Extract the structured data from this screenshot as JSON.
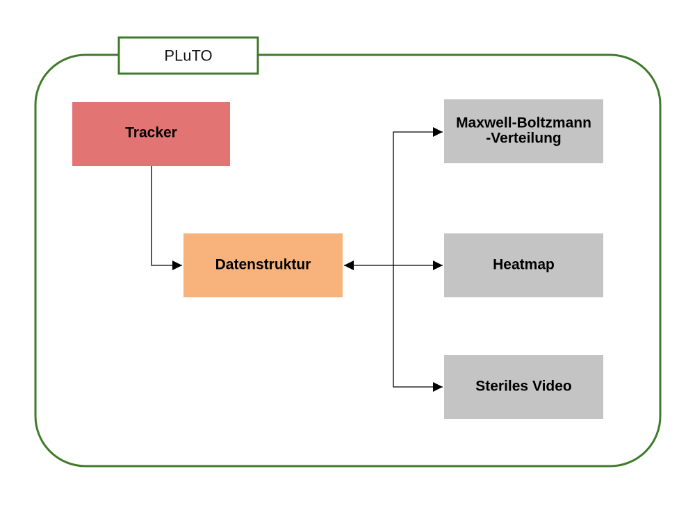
{
  "colors": {
    "frame": "#3f7a2a",
    "tracker": "#e37474",
    "datenstruktur": "#f8b27c",
    "output": "#c4c4c4",
    "text": "#000000"
  },
  "container": {
    "label": "PLuTO"
  },
  "nodes": {
    "tracker": {
      "label": "Tracker",
      "icon": ""
    },
    "datenstruktur": {
      "label": "Datenstruktur"
    },
    "maxwell": {
      "line1": "Maxwell-Boltzmann",
      "line2": "-Verteilung"
    },
    "heatmap": {
      "label": "Heatmap"
    },
    "steriles": {
      "label": "Steriles Video"
    }
  },
  "edges": [
    {
      "from": "Tracker",
      "to": "Datenstruktur",
      "direction": "forward"
    },
    {
      "from": "Datenstruktur",
      "to": "Maxwell-Boltzmann-Verteilung",
      "direction": "bidirectional"
    },
    {
      "from": "Datenstruktur",
      "to": "Heatmap",
      "direction": "bidirectional"
    },
    {
      "from": "Datenstruktur",
      "to": "Steriles Video",
      "direction": "bidirectional"
    }
  ]
}
